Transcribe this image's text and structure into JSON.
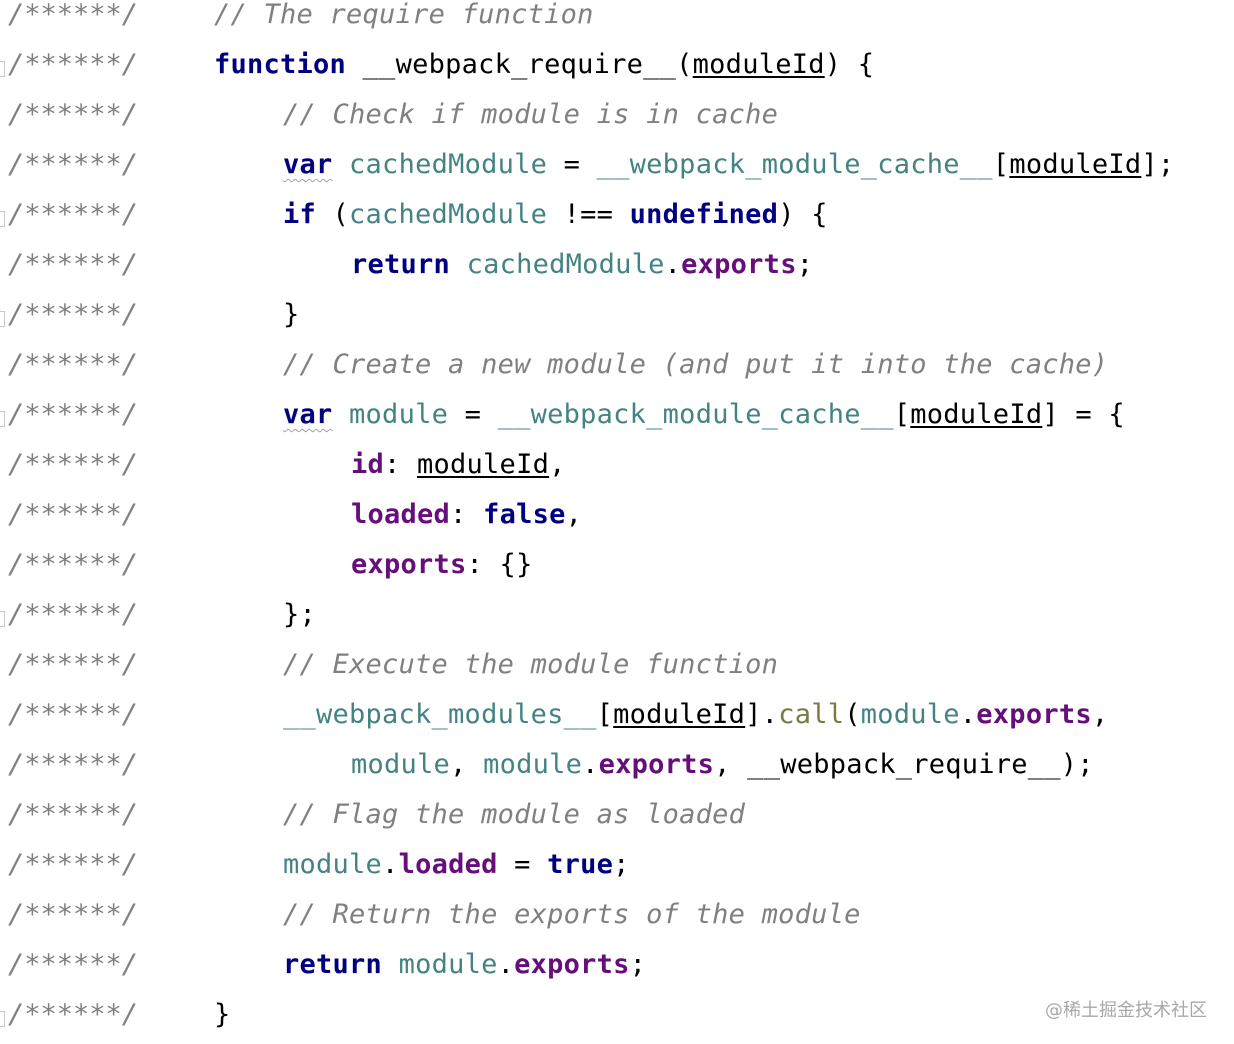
{
  "gutter_marker": "/******/",
  "lines": [
    {
      "fold": false,
      "tokens": [
        [
          "cm",
          "// The require function"
        ]
      ]
    },
    {
      "fold": true,
      "tokens": [
        [
          "kw",
          "function"
        ],
        [
          "pl",
          " __webpack_require__("
        ],
        [
          "pm",
          "moduleId"
        ],
        [
          "pl",
          ") {"
        ]
      ]
    },
    {
      "fold": false,
      "tokens": [
        [
          "cm",
          "// Check if module is in cache"
        ]
      ]
    },
    {
      "fold": false,
      "tokens": [
        [
          "kw wavy",
          "var"
        ],
        [
          "pl",
          " "
        ],
        [
          "vr",
          "cachedModule"
        ],
        [
          "pl",
          " = "
        ],
        [
          "vr",
          "__webpack_module_cache__"
        ],
        [
          "pl",
          "["
        ],
        [
          "pm",
          "moduleId"
        ],
        [
          "pl",
          "];"
        ]
      ]
    },
    {
      "fold": true,
      "tokens": [
        [
          "kw",
          "if"
        ],
        [
          "pl",
          " ("
        ],
        [
          "vr",
          "cachedModule"
        ],
        [
          "pl",
          " !== "
        ],
        [
          "kw",
          "undefined"
        ],
        [
          "pl",
          ") {"
        ]
      ]
    },
    {
      "fold": false,
      "tokens": [
        [
          "kw",
          "return"
        ],
        [
          "pl",
          " "
        ],
        [
          "vr",
          "cachedModule"
        ],
        [
          "pl",
          "."
        ],
        [
          "pr",
          "exports"
        ],
        [
          "pl",
          ";"
        ]
      ]
    },
    {
      "fold": true,
      "tokens": [
        [
          "pl",
          "}"
        ]
      ]
    },
    {
      "fold": false,
      "tokens": [
        [
          "cm",
          "// Create a new module (and put it into the cache)"
        ]
      ]
    },
    {
      "fold": true,
      "tokens": [
        [
          "kw wavy",
          "var"
        ],
        [
          "pl",
          " "
        ],
        [
          "vr",
          "module"
        ],
        [
          "pl",
          " = "
        ],
        [
          "vr",
          "__webpack_module_cache__"
        ],
        [
          "pl",
          "["
        ],
        [
          "pm",
          "moduleId"
        ],
        [
          "pl",
          "] = {"
        ]
      ]
    },
    {
      "fold": false,
      "tokens": [
        [
          "pr",
          "id"
        ],
        [
          "pl",
          ": "
        ],
        [
          "pm",
          "moduleId"
        ],
        [
          "pl",
          ","
        ]
      ]
    },
    {
      "fold": false,
      "tokens": [
        [
          "pr",
          "loaded"
        ],
        [
          "pl",
          ": "
        ],
        [
          "kw",
          "false"
        ],
        [
          "pl",
          ","
        ]
      ]
    },
    {
      "fold": false,
      "tokens": [
        [
          "pr",
          "exports"
        ],
        [
          "pl",
          ": {}"
        ]
      ]
    },
    {
      "fold": true,
      "tokens": [
        [
          "pl",
          "};"
        ]
      ]
    },
    {
      "fold": false,
      "tokens": [
        [
          "cm",
          "// Execute the module function"
        ]
      ]
    },
    {
      "fold": false,
      "tokens": [
        [
          "vr",
          "__webpack_modules__"
        ],
        [
          "pl",
          "["
        ],
        [
          "pm",
          "moduleId"
        ],
        [
          "pl",
          "]."
        ],
        [
          "fn",
          "call"
        ],
        [
          "pl",
          "("
        ],
        [
          "vr",
          "module"
        ],
        [
          "pl",
          "."
        ],
        [
          "pr",
          "exports"
        ],
        [
          "pl",
          ","
        ]
      ]
    },
    {
      "fold": false,
      "tokens": [
        [
          "vr",
          "module"
        ],
        [
          "pl",
          ", "
        ],
        [
          "vr",
          "module"
        ],
        [
          "pl",
          "."
        ],
        [
          "pr",
          "exports"
        ],
        [
          "pl",
          ", __webpack_require__);"
        ]
      ]
    },
    {
      "fold": false,
      "tokens": [
        [
          "cm",
          "// Flag the module as loaded"
        ]
      ]
    },
    {
      "fold": false,
      "tokens": [
        [
          "vr",
          "module"
        ],
        [
          "pl",
          "."
        ],
        [
          "pr",
          "loaded"
        ],
        [
          "pl",
          " = "
        ],
        [
          "kw",
          "true"
        ],
        [
          "pl",
          ";"
        ]
      ]
    },
    {
      "fold": false,
      "tokens": [
        [
          "cm",
          "// Return the exports of the module"
        ]
      ]
    },
    {
      "fold": false,
      "tokens": [
        [
          "kw",
          "return"
        ],
        [
          "pl",
          " "
        ],
        [
          "vr",
          "module"
        ],
        [
          "pl",
          "."
        ],
        [
          "pr",
          "exports"
        ],
        [
          "pl",
          ";"
        ]
      ]
    },
    {
      "fold": true,
      "tokens": [
        [
          "pl",
          "}"
        ]
      ]
    }
  ],
  "watermark": "@稀土掘金技术社区"
}
